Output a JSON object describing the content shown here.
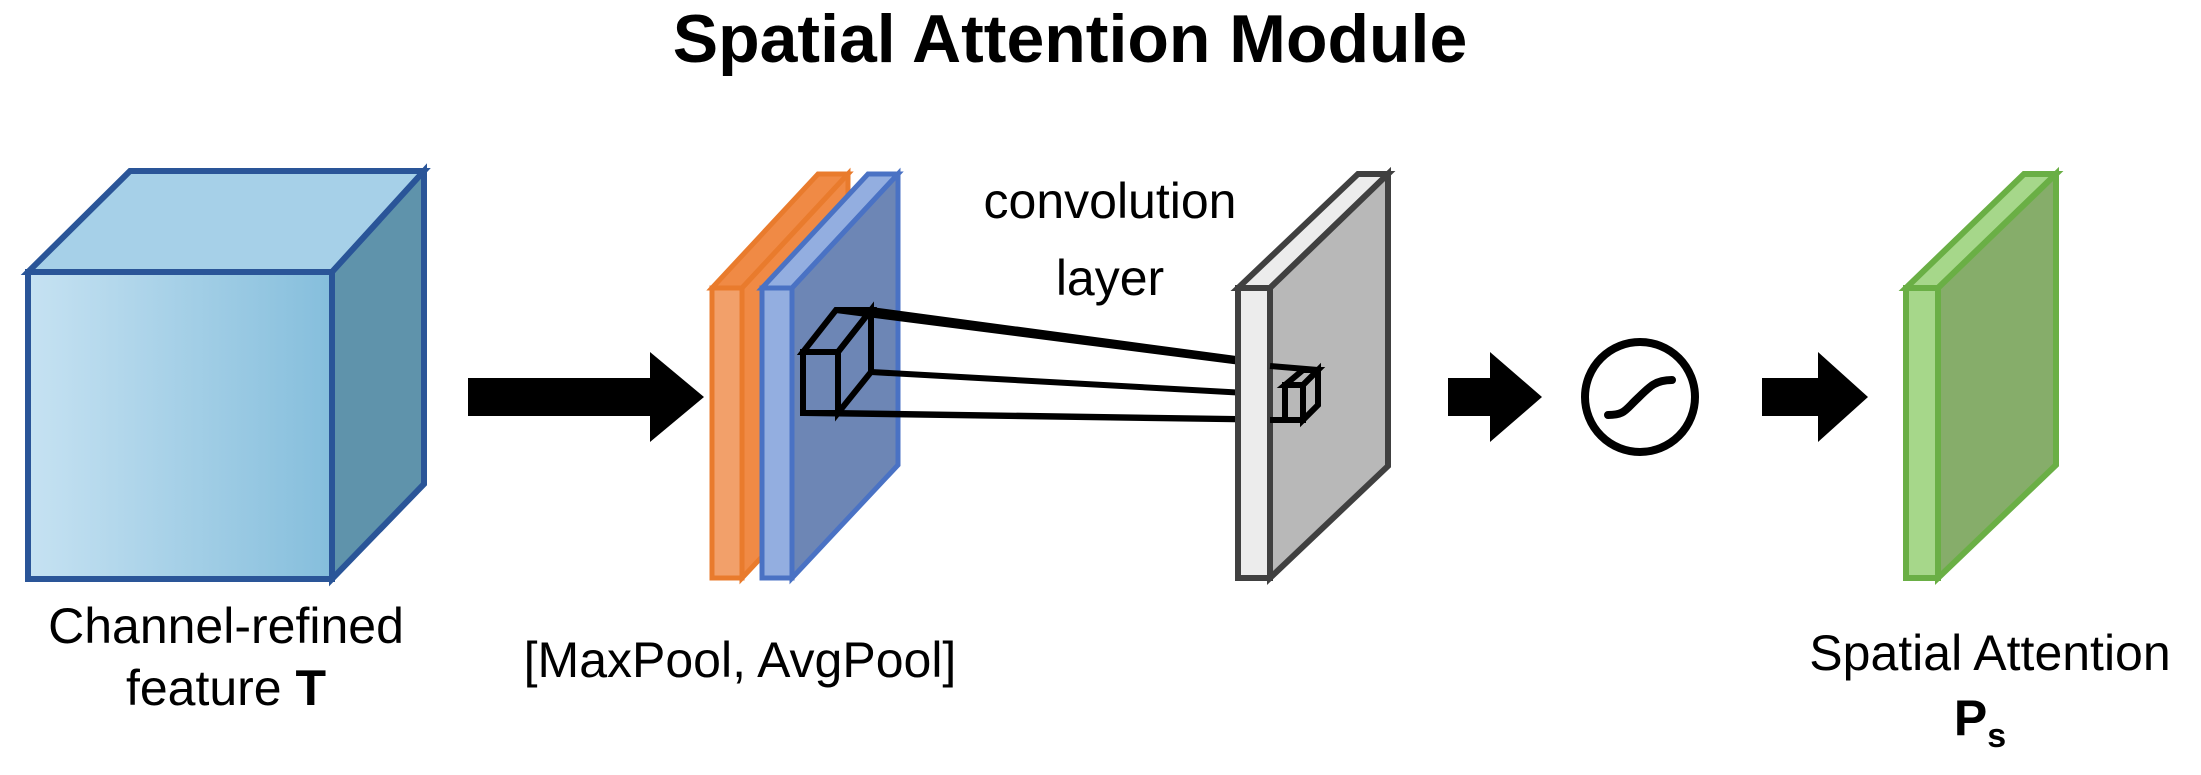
{
  "title": "Spatial Attention Module",
  "labels": {
    "input_line1": "Channel-refined",
    "input_line2_prefix": "feature ",
    "input_symbol": "T",
    "pooled": "[MaxPool, AvgPool]",
    "conv_line1": "convolution",
    "conv_line2": "layer",
    "output_line1": "Spatial Attention",
    "output_symbol": "P",
    "output_subscript": "s"
  },
  "colors": {
    "cube_stroke": "#2a5598",
    "cube_front_light": "#c6e2f2",
    "cube_front_dark": "#85bedc",
    "cube_top": "#a6d0e8",
    "cube_side": "#5f93ab",
    "maxpool_front": "#f2a06a",
    "maxpool_side": "#f08a45",
    "maxpool_stroke": "#e97b2d",
    "avgpool_front": "#93aee0",
    "avgpool_side": "#6d86b5",
    "avgpool_stroke": "#4a72c4",
    "conv_front": "#ececec",
    "conv_side": "#b8b8b8",
    "conv_stroke": "#404040",
    "attn_front": "#a6d78a",
    "attn_side": "#86ad6a",
    "attn_stroke": "#6aaf45",
    "arrow": "#000000"
  },
  "icons": {
    "sigmoid": "sigmoid-icon"
  }
}
